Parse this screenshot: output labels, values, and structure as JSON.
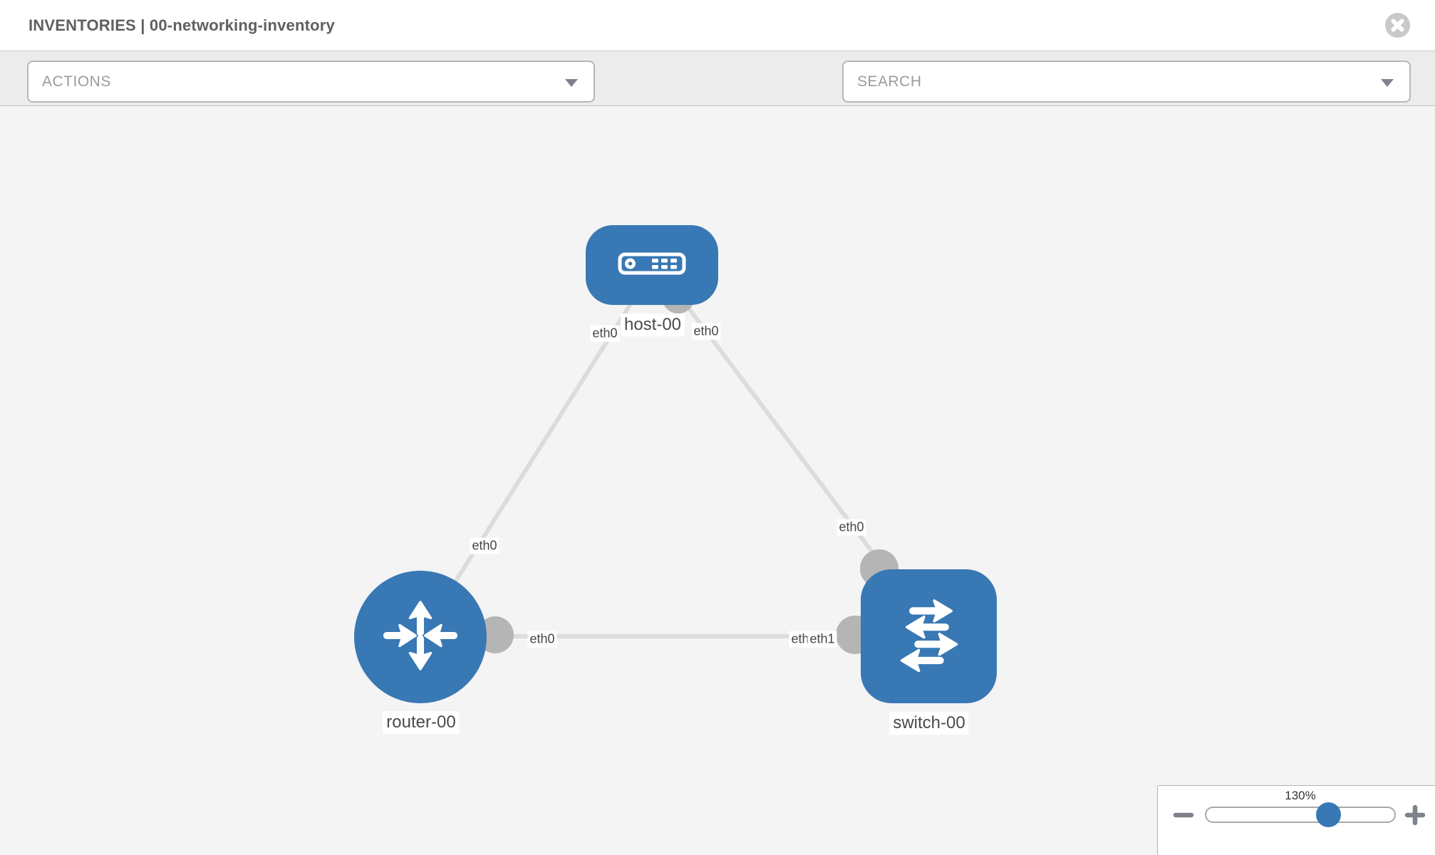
{
  "header": {
    "title": "INVENTORIES | 00-networking-inventory"
  },
  "toolbar": {
    "actions_label": "ACTIONS",
    "search_label": "SEARCH",
    "icons": [
      {
        "name": "wrench-icon"
      },
      {
        "name": "key-icon"
      }
    ]
  },
  "topology": {
    "nodes": [
      {
        "id": "host-00",
        "type": "host",
        "label": "host-00"
      },
      {
        "id": "router-00",
        "type": "router",
        "label": "router-00"
      },
      {
        "id": "switch-00",
        "type": "switch",
        "label": "switch-00"
      }
    ],
    "links": [
      {
        "from": "router-00",
        "to": "host-00"
      },
      {
        "from": "host-00",
        "to": "switch-00"
      },
      {
        "from": "router-00",
        "to": "switch-00"
      }
    ],
    "eth_labels": [
      {
        "text": "eth0",
        "link": "router-00/host-00",
        "end": "router side"
      },
      {
        "text": "eth0",
        "link": "router-00/host-00",
        "end": "host side"
      },
      {
        "text": "eth0",
        "link": "host-00/switch-00",
        "end": "host side"
      },
      {
        "text": "eth0",
        "link": "host-00/switch-00",
        "end": "switch side"
      },
      {
        "text": "eth0",
        "link": "router-00/switch-00",
        "end": "router side"
      },
      {
        "text": "eth0",
        "link": "router-00/switch-00",
        "end": "switch side (behind)"
      },
      {
        "text": "eth1",
        "link": "router-00/switch-00",
        "end": "switch side (front)"
      }
    ]
  },
  "zoom_control": {
    "value": "130%",
    "percent": 130
  },
  "colors": {
    "node_blue": "#3878b4",
    "canvas_bg": "#f4f4f4",
    "toolbar_bg": "#ececec",
    "link_gray": "#dcdcdc",
    "interface_gray": "#b5b5b5",
    "title_text": "#5d5f62",
    "muted_text": "#9b9b9b",
    "label_text": "#4a4a4a",
    "icon_gray": "#868b94"
  }
}
